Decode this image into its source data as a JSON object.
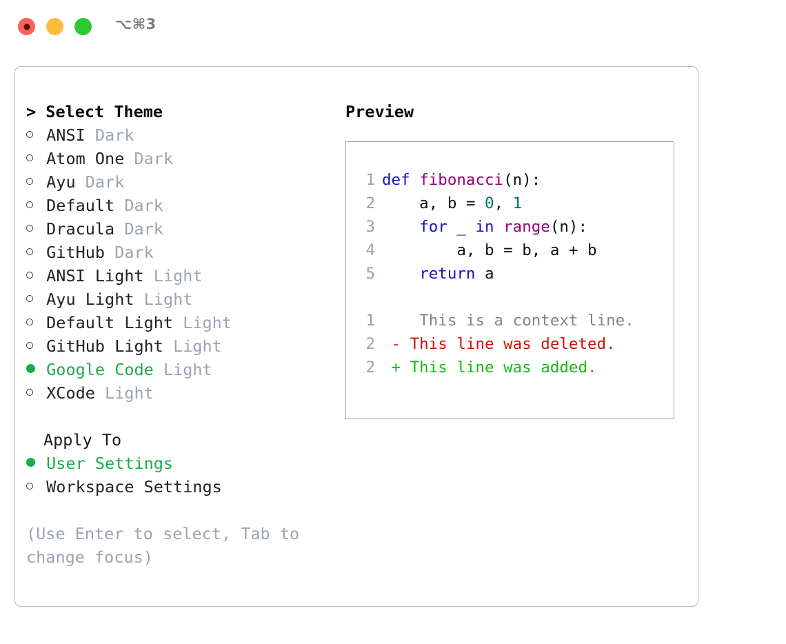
{
  "titlebar": {
    "shortcut": "⌥⌘3",
    "buttons": [
      {
        "name": "close",
        "color": "#fc6058"
      },
      {
        "name": "minimize",
        "color": "#fdbc40"
      },
      {
        "name": "zoom",
        "color": "#2cc836"
      }
    ]
  },
  "theme_picker": {
    "heading": "> Select Theme",
    "caret": ">",
    "heading_text": "Select Theme",
    "options": [
      {
        "label": "ANSI",
        "tag": "Dark",
        "selected": false
      },
      {
        "label": "Atom One",
        "tag": "Dark",
        "selected": false
      },
      {
        "label": "Ayu",
        "tag": "Dark",
        "selected": false
      },
      {
        "label": "Default",
        "tag": "Dark",
        "selected": false
      },
      {
        "label": "Dracula",
        "tag": "Dark",
        "selected": false
      },
      {
        "label": "GitHub",
        "tag": "Dark",
        "selected": false
      },
      {
        "label": "ANSI Light",
        "tag": "Light",
        "selected": false
      },
      {
        "label": "Ayu Light",
        "tag": "Light",
        "selected": false
      },
      {
        "label": "Default Light",
        "tag": "Light",
        "selected": false
      },
      {
        "label": "GitHub Light",
        "tag": "Light",
        "selected": false
      },
      {
        "label": "Google Code",
        "tag": "Light",
        "selected": true
      },
      {
        "label": "XCode",
        "tag": "Light",
        "selected": false
      }
    ]
  },
  "apply_to": {
    "heading": "Apply To",
    "options": [
      {
        "label": "User Settings",
        "selected": true
      },
      {
        "label": "Workspace Settings",
        "selected": false
      }
    ]
  },
  "hint": "(Use Enter to select, Tab to change focus)",
  "preview": {
    "title": "Preview",
    "code_lines": [
      {
        "no": "1",
        "tokens": [
          {
            "t": "def ",
            "c": "kw"
          },
          {
            "t": "fibonacci",
            "c": "fn"
          },
          {
            "t": "(n):",
            "c": "pln"
          }
        ]
      },
      {
        "no": "2",
        "tokens": [
          {
            "t": "    a, b = ",
            "c": "pln"
          },
          {
            "t": "0",
            "c": "num"
          },
          {
            "t": ", ",
            "c": "pln"
          },
          {
            "t": "1",
            "c": "num"
          }
        ]
      },
      {
        "no": "3",
        "tokens": [
          {
            "t": "    ",
            "c": "pln"
          },
          {
            "t": "for",
            "c": "kw"
          },
          {
            "t": " _ ",
            "c": "pln"
          },
          {
            "t": "in",
            "c": "kw"
          },
          {
            "t": " ",
            "c": "pln"
          },
          {
            "t": "range",
            "c": "fn"
          },
          {
            "t": "(n):",
            "c": "pln"
          }
        ]
      },
      {
        "no": "4",
        "tokens": [
          {
            "t": "        a, b = b, a + b",
            "c": "pln"
          }
        ]
      },
      {
        "no": "5",
        "tokens": [
          {
            "t": "    ",
            "c": "pln"
          },
          {
            "t": "return",
            "c": "kw"
          },
          {
            "t": " a",
            "c": "pln"
          }
        ]
      }
    ],
    "diff_lines": [
      {
        "no": "1",
        "marker": " ",
        "text": "  This is a context line.",
        "kind": "ctx"
      },
      {
        "no": "2",
        "marker": "-",
        "text": " This line was deleted.",
        "kind": "del"
      },
      {
        "no": "2",
        "marker": "+",
        "text": " This line was added.",
        "kind": "add"
      }
    ]
  },
  "colors": {
    "accent_green": "#1faa4b",
    "muted": "#9aa5b2",
    "keyword": "#1414c4",
    "function": "#980074",
    "number": "#00706e",
    "deleted": "#c81606",
    "added": "#13bb13",
    "border": "#97a2b0"
  }
}
